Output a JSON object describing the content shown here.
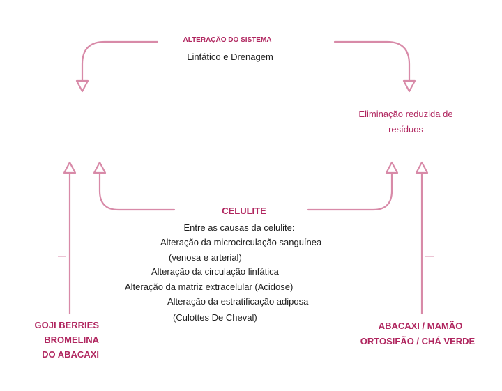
{
  "colors": {
    "accent": "#b0265f",
    "arrow": "#d88aa8",
    "text": "#1e1e1e"
  },
  "top": {
    "heading": "ALTERAÇÃO DO SISTEMA",
    "subheading": "Linfático e Drenagem"
  },
  "right_effect": {
    "line1": "Eliminação reduzida de",
    "line2": "resíduos"
  },
  "center": {
    "heading": "CELULITE",
    "intro": "Entre as causas da celulite:",
    "causes": [
      "Alteração da microcirculação sanguínea",
      "(venosa e arterial)",
      "Alteração da circulação linfática",
      "Alteração da matriz extracelular (Acidose)",
      "Alteração da estratificação adiposa",
      "(Culottes De Cheval)"
    ]
  },
  "left_remedy": {
    "line1": "GOJI BERRIES",
    "line2": "BROMELINA",
    "line3": "DO ABACAXI"
  },
  "right_remedy": {
    "line1": "ABACAXI / MAMÃO",
    "line2": "ORTOSIFÃO / CHÁ VERDE"
  }
}
